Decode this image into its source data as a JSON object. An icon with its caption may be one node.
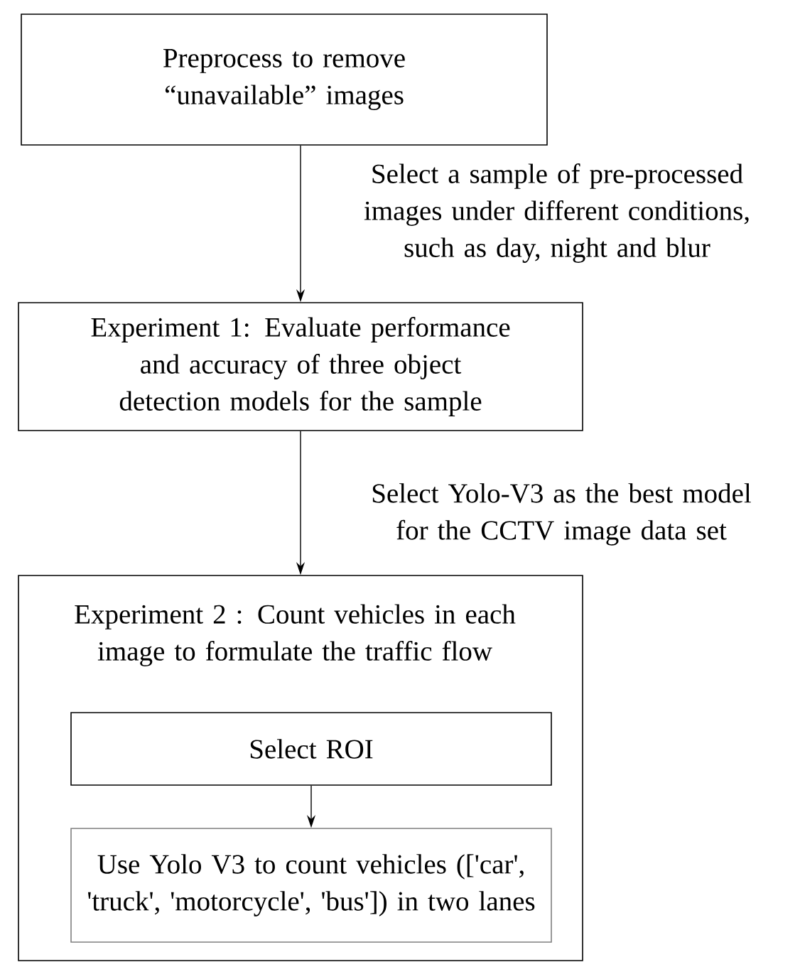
{
  "diagram": {
    "nodes": [
      {
        "text": [
          "Preprocess to remove “unavailable” images"
        ]
      },
      {
        "text": [
          "Experiment 1: Evaluate performance and accuracy of three object detection models for the sample"
        ]
      },
      {
        "text": [
          "Experiment 2 : Count vehicles in each image to formulate the traffic flow"
        ]
      },
      {
        "text": [
          "Select ROI"
        ],
        "in": 2
      },
      {
        "text": [
          "Use Yolo V3 to count vehicles (['car', 'truck', 'motorcycle', 'bus']) in two lanes"
        ],
        "in": 2
      }
    ],
    "edges": [
      {
        "from": 0,
        "to": 1,
        "arrow": "to",
        "label": "Select a sample of pre-processed images under different conditions, such as day, night and blur"
      },
      {
        "from": 1,
        "to": 2,
        "arrow": "to",
        "label": "Select Yolo-V3 as the best model for the CCTV image data set"
      },
      {
        "from": 3,
        "to": 4,
        "arrow": "to"
      }
    ]
  }
}
